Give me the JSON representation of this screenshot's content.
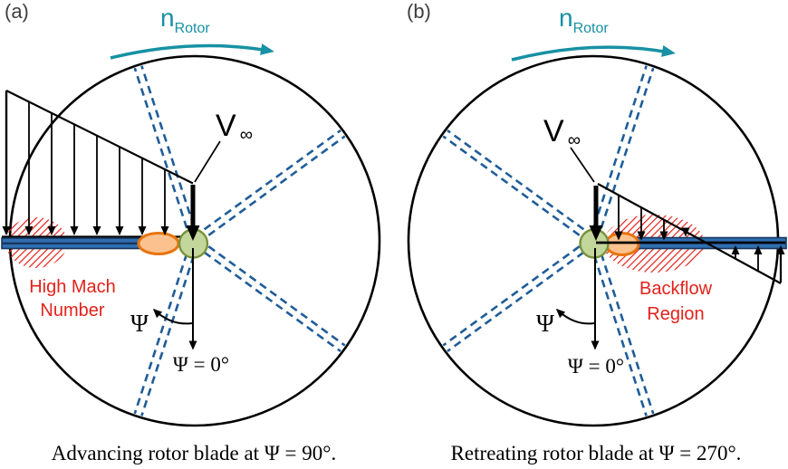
{
  "colors": {
    "rotation_teal": "#1791A3",
    "blade_dash_blue": "#1F5C99",
    "blade_fill_blue": "#2F6EB0",
    "blade_edge_navy": "#17365D",
    "region_red": "#E3211A",
    "root_orange_stroke": "#E8740C",
    "root_orange_fill": "#FBC28F",
    "hub_green_fill": "#C3D69B",
    "hub_green_stroke": "#76923C",
    "panel_label_gray": "#3F3F3F"
  },
  "panels": [
    {
      "panel_label": "(a)",
      "rotation_label_main": "n",
      "rotation_label_sub": "Rotor",
      "freestream_label_main": "V",
      "freestream_label_sub": "∞",
      "region_line1": "High Mach",
      "region_line2": "Number",
      "azimuth_symbol": "Ψ",
      "azimuth_zero": "Ψ = 0°",
      "caption": "Advancing rotor blade at Ψ = 90°."
    },
    {
      "panel_label": "(b)",
      "rotation_label_main": "n",
      "rotation_label_sub": "Rotor",
      "freestream_label_main": "V",
      "freestream_label_sub": "∞",
      "region_line1": "Backflow",
      "region_line2": "Region",
      "azimuth_symbol": "Ψ",
      "azimuth_zero": "Ψ = 0°",
      "caption": "Retreating rotor blade at Ψ = 270°."
    }
  ]
}
